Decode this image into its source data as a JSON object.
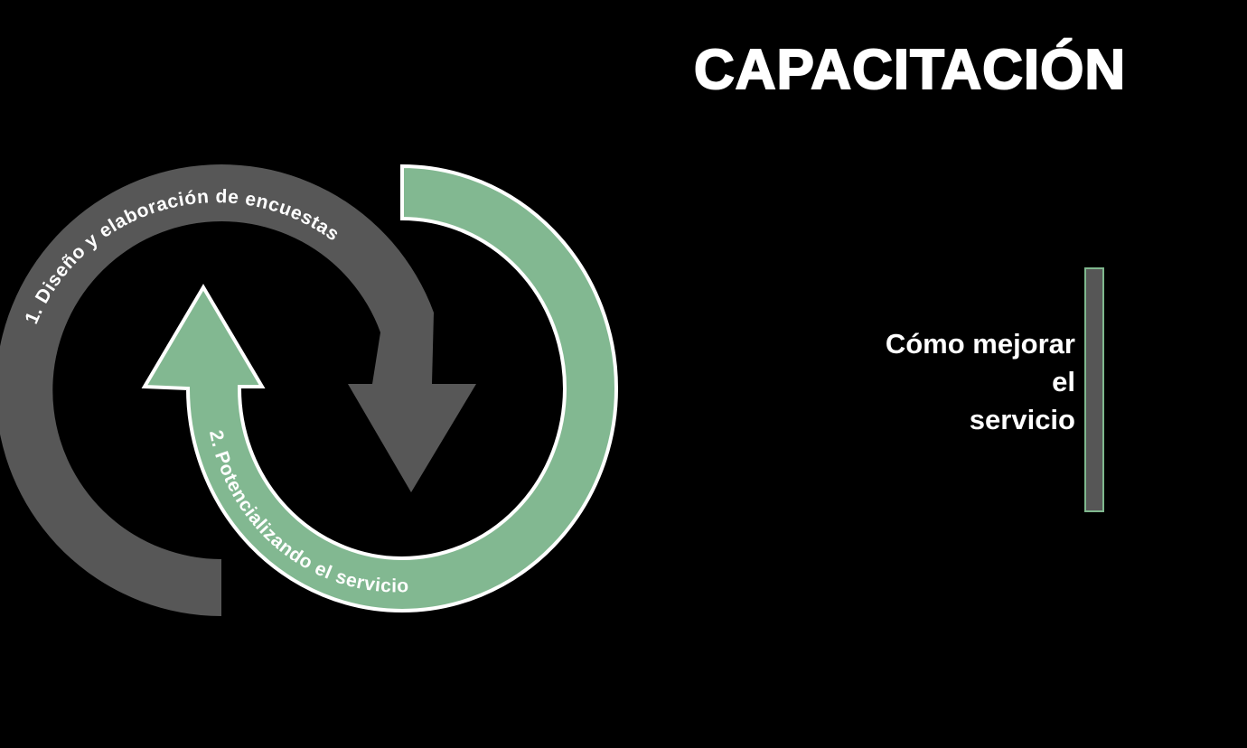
{
  "title": "CAPACITACIÓN",
  "cycle": {
    "step1": {
      "label": "1. Diseño y elaboración de encuestas",
      "color": "#575757"
    },
    "step2": {
      "label": "2. Potencializando el servicio",
      "color": "#82b891",
      "outline": "#ffffff"
    }
  },
  "side_panel": {
    "lines": [
      "Cómo mejorar",
      "el",
      "servicio"
    ],
    "bar_fill": "#565656",
    "bar_border": "#7fb88e"
  },
  "colors": {
    "background": "#000000",
    "text": "#ffffff"
  }
}
